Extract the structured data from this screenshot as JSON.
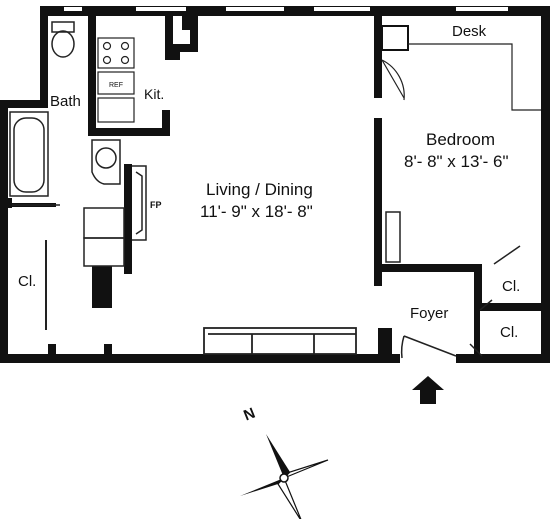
{
  "rooms": {
    "bath": "Bath",
    "kitchen": "Kit.",
    "living": {
      "name": "Living / Dining",
      "size": "11'- 9\" x 18'- 8\""
    },
    "bedroom": {
      "name": "Bedroom",
      "size": "8'- 8\" x 13'- 6\""
    },
    "desk": "Desk",
    "fireplace": "FP",
    "closet_left": "Cl.",
    "closet_right_upper": "Cl.",
    "closet_right_lower": "Cl.",
    "foyer": "Foyer",
    "refrigerator": "REF"
  },
  "compass": {
    "north_label": "N"
  },
  "colors": {
    "wall": "#111111",
    "line": "#222222",
    "background": "#ffffff"
  },
  "icons": [
    "toilet-icon",
    "bathtub-icon",
    "stove-icon",
    "sink-icon",
    "entry-arrow-icon",
    "compass-rose-icon"
  ]
}
